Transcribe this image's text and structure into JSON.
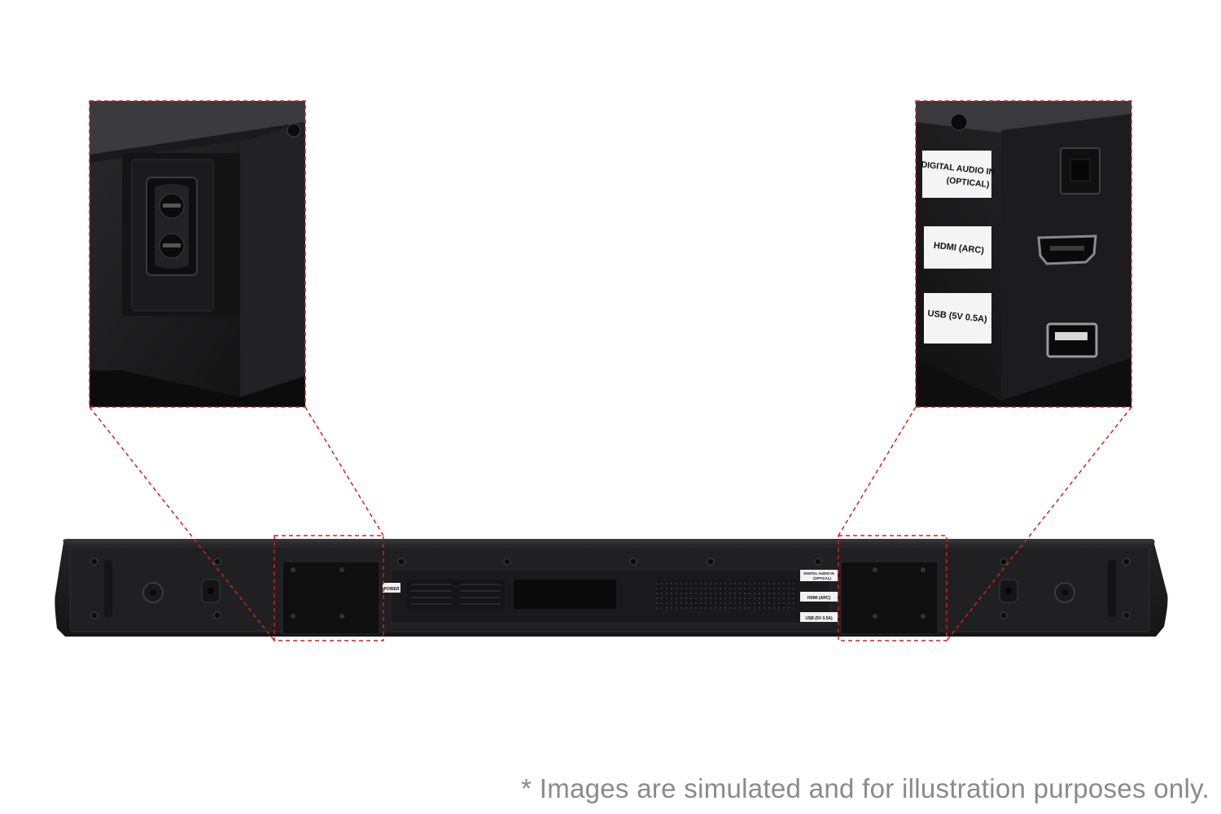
{
  "labels": {
    "power": "POWER",
    "digital_audio_line1": "DIGITAL AUDIO IN",
    "digital_audio_line2": "(OPTICAL)",
    "hdmi": "HDMI (ARC)",
    "usb": "USB (5V 0.5A)"
  },
  "disclaimer": "* Images are simulated and for illustration purposes only.",
  "colors": {
    "callout_dash": "#cc2020",
    "device_body": "#1c1c1e",
    "background": "#ffffff",
    "disclaimer_text": "#8a8a8a"
  }
}
